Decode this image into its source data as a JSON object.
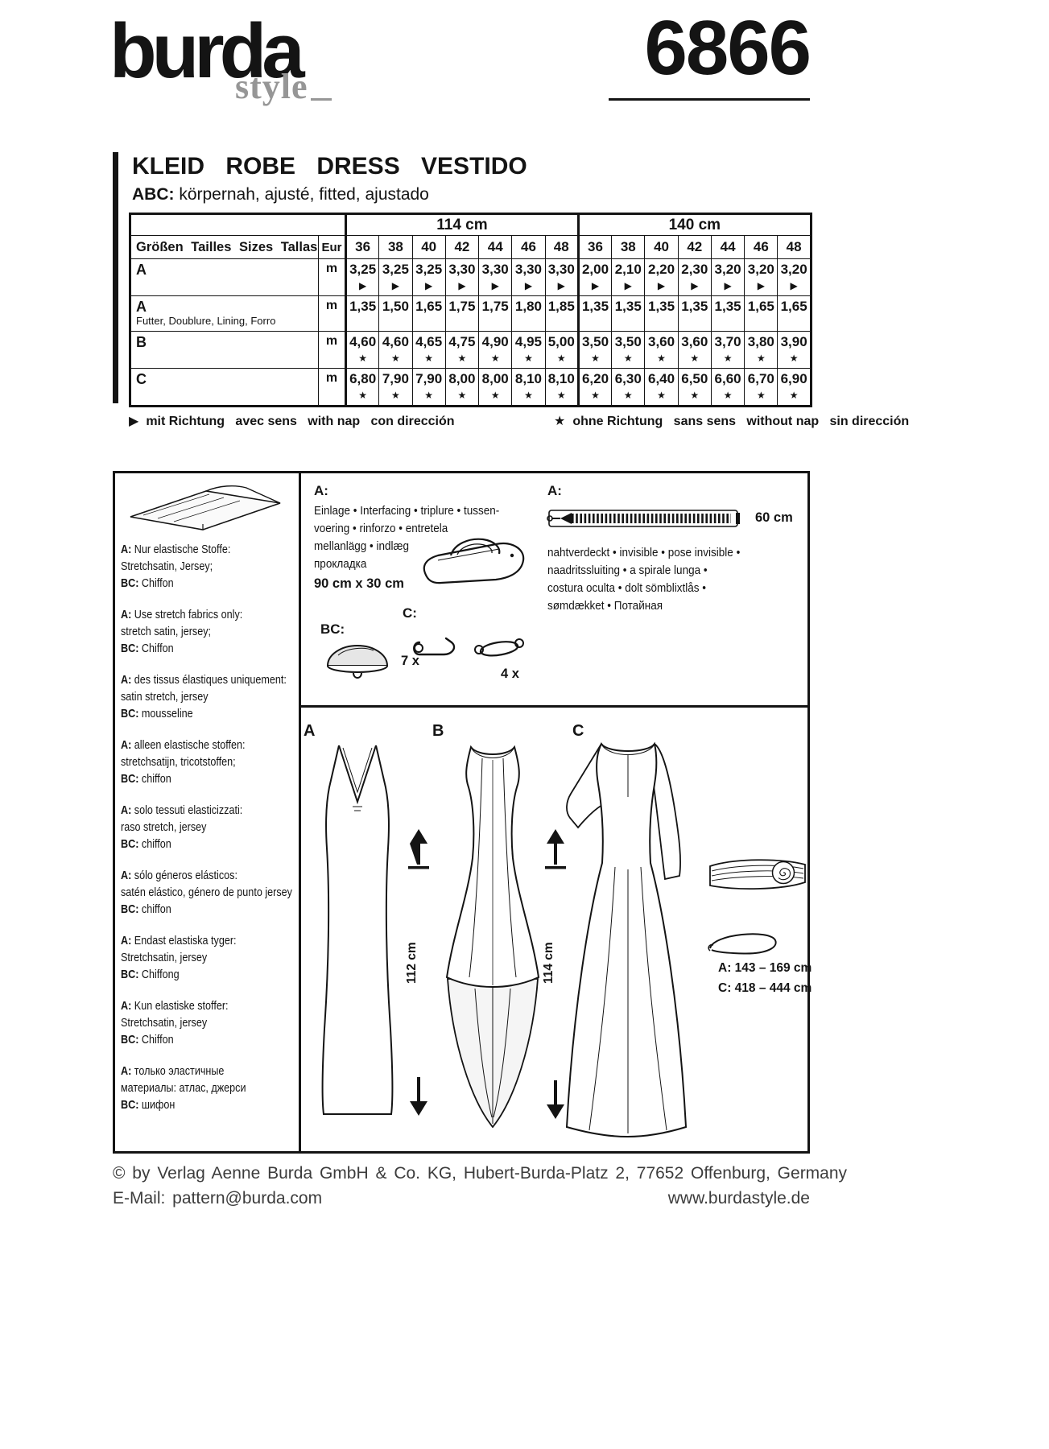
{
  "header": {
    "logo_main": "burda",
    "logo_sub": "style",
    "pattern_number": "6866"
  },
  "title": {
    "name_line": "KLEID ROBE DRESS VESTIDO",
    "abc_bold": "ABC:",
    "abc_rest": " körpernah, ajusté, fitted, ajustado"
  },
  "fabric_table": {
    "width_groups": [
      "114 cm",
      "140 cm"
    ],
    "sizes_label": "Größen Tailles Sizes Tallas",
    "eur_label": "Eur",
    "sizes": [
      "36",
      "38",
      "40",
      "42",
      "44",
      "46",
      "48"
    ],
    "rows": [
      {
        "label": "A",
        "sublabel": "",
        "unit": "m",
        "symbol": "▶",
        "values": [
          "3,25",
          "3,25",
          "3,25",
          "3,30",
          "3,30",
          "3,30",
          "3,30",
          "2,00",
          "2,10",
          "2,20",
          "2,30",
          "3,20",
          "3,20",
          "3,20"
        ]
      },
      {
        "label": "A",
        "sublabel": "Futter, Doublure, Lining, Forro",
        "unit": "m",
        "symbol": "",
        "values": [
          "1,35",
          "1,50",
          "1,65",
          "1,75",
          "1,75",
          "1,80",
          "1,85",
          "1,35",
          "1,35",
          "1,35",
          "1,35",
          "1,35",
          "1,65",
          "1,65"
        ]
      },
      {
        "label": "B",
        "sublabel": "",
        "unit": "m",
        "symbol": "★",
        "values": [
          "4,60",
          "4,60",
          "4,65",
          "4,75",
          "4,90",
          "4,95",
          "5,00",
          "3,50",
          "3,50",
          "3,60",
          "3,60",
          "3,70",
          "3,80",
          "3,90"
        ]
      },
      {
        "label": "C",
        "sublabel": "",
        "unit": "m",
        "symbol": "★",
        "values": [
          "6,80",
          "7,90",
          "7,90",
          "8,00",
          "8,00",
          "8,10",
          "8,10",
          "6,20",
          "6,30",
          "6,40",
          "6,50",
          "6,60",
          "6,70",
          "6,90"
        ]
      }
    ]
  },
  "legend": {
    "nap_symbol": "▶",
    "nap_text": "mit Richtung   avec sens   with nap   con dirección",
    "nonap_symbol": "★",
    "nonap_text": "ohne Richtung   sans sens   without nap   sin dirección"
  },
  "fabric_info": {
    "entries": [
      {
        "lines": [
          {
            "b": "A:",
            "t": " Nur elastische Stoffe:"
          },
          {
            "t": "Stretchsatin, Jersey;"
          },
          {
            "b": "BC:",
            "t": " Chiffon"
          }
        ]
      },
      {
        "lines": [
          {
            "b": "A:",
            "t": " Use stretch fabrics only:"
          },
          {
            "t": "stretch satin, jersey;"
          },
          {
            "b": "BC:",
            "t": " Chiffon"
          }
        ]
      },
      {
        "lines": [
          {
            "b": "A:",
            "t": " des tissus élastiques uniquement:"
          },
          {
            "t": "satin stretch, jersey"
          },
          {
            "b": "BC:",
            "t": " mousseline"
          }
        ]
      },
      {
        "lines": [
          {
            "b": "A:",
            "t": " alleen elastische stoffen:"
          },
          {
            "t": "stretchsatijn, tricotstoffen;"
          },
          {
            "b": "BC:",
            "t": " chiffon"
          }
        ]
      },
      {
        "lines": [
          {
            "b": "A:",
            "t": " solo tessuti elasticizzati:"
          },
          {
            "t": "raso stretch, jersey"
          },
          {
            "b": "BC:",
            "t": " chiffon"
          }
        ]
      },
      {
        "lines": [
          {
            "b": "A:",
            "t": " sólo géneros elásticos:"
          },
          {
            "t": "satén elástico, género de punto jersey"
          },
          {
            "b": "BC:",
            "t": " chiffon"
          }
        ]
      },
      {
        "lines": [
          {
            "b": "A:",
            "t": " Endast elastiska tyger:"
          },
          {
            "t": "Stretchsatin, jersey"
          },
          {
            "b": "BC:",
            "t": " Chiffong"
          }
        ]
      },
      {
        "lines": [
          {
            "b": "A:",
            "t": " Kun elastiske stoffer:"
          },
          {
            "t": "Stretchsatin, jersey"
          },
          {
            "b": "BC:",
            "t": " Chiffon"
          }
        ]
      },
      {
        "lines": [
          {
            "b": "A:",
            "t": " только эластичные"
          },
          {
            "t": "материалы: атлас, джерси"
          },
          {
            "b": "BC:",
            "t": " шифон"
          }
        ]
      }
    ]
  },
  "notions": {
    "interfacing_label": "A:",
    "interfacing_lines": [
      "Einlage • Interfacing • triplure • tussen-",
      "voering • rinforzo • entretela",
      "mellanlägg • indlæg",
      "прокладка"
    ],
    "interfacing_size": "90 cm x 30 cm",
    "button_label": "BC:",
    "button_count": "7 x",
    "hook_label": "C:",
    "hook_count": "4 x",
    "zipper_label": "A:",
    "zipper_length": "60 cm",
    "zipper_lines": [
      "nahtverdeckt • invisible • pose invisible •",
      "naadritssluiting • a spirale lunga •",
      "costura oculta • dolt sömblixtlås •",
      "sømdækket • Потайная"
    ]
  },
  "views": {
    "a_label": "A",
    "b_label": "B",
    "c_label": "C",
    "a_length": "112 cm",
    "b_length": "114 cm",
    "belt_a": "A: 143 – 169 cm",
    "belt_c": "C: 418 – 444 cm"
  },
  "footer": {
    "copyright": "© by Verlag Aenne Burda GmbH & Co. KG, Hubert-Burda-Platz 2, 77652 Offenburg, Germany",
    "email": "E-Mail: pattern@burda.com",
    "website": "www.burdastyle.de"
  }
}
